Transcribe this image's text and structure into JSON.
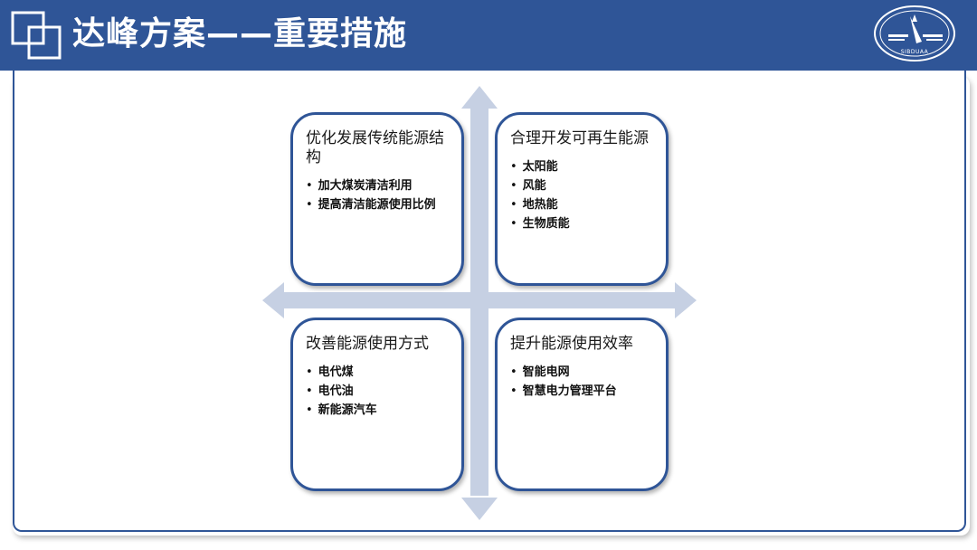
{
  "header": {
    "title": "达峰方案——重要措施",
    "logo_text": "SIBDUAA",
    "bg_color": "#2f5597"
  },
  "colors": {
    "accent": "#2f5597",
    "arrow": "#c6d0e3"
  },
  "quadrants": [
    {
      "title": "优化发展传统能源结构",
      "items": [
        "加大煤炭清洁利用",
        "提高清洁能源使用比例"
      ]
    },
    {
      "title": "合理开发可再生能源",
      "items": [
        "太阳能",
        "风能",
        "地热能",
        "生物质能"
      ]
    },
    {
      "title": "改善能源使用方式",
      "items": [
        "电代煤",
        "电代油",
        "新能源汽车"
      ]
    },
    {
      "title": "提升能源使用效率",
      "items": [
        "智能电网",
        "智慧电力管理平台"
      ]
    }
  ]
}
